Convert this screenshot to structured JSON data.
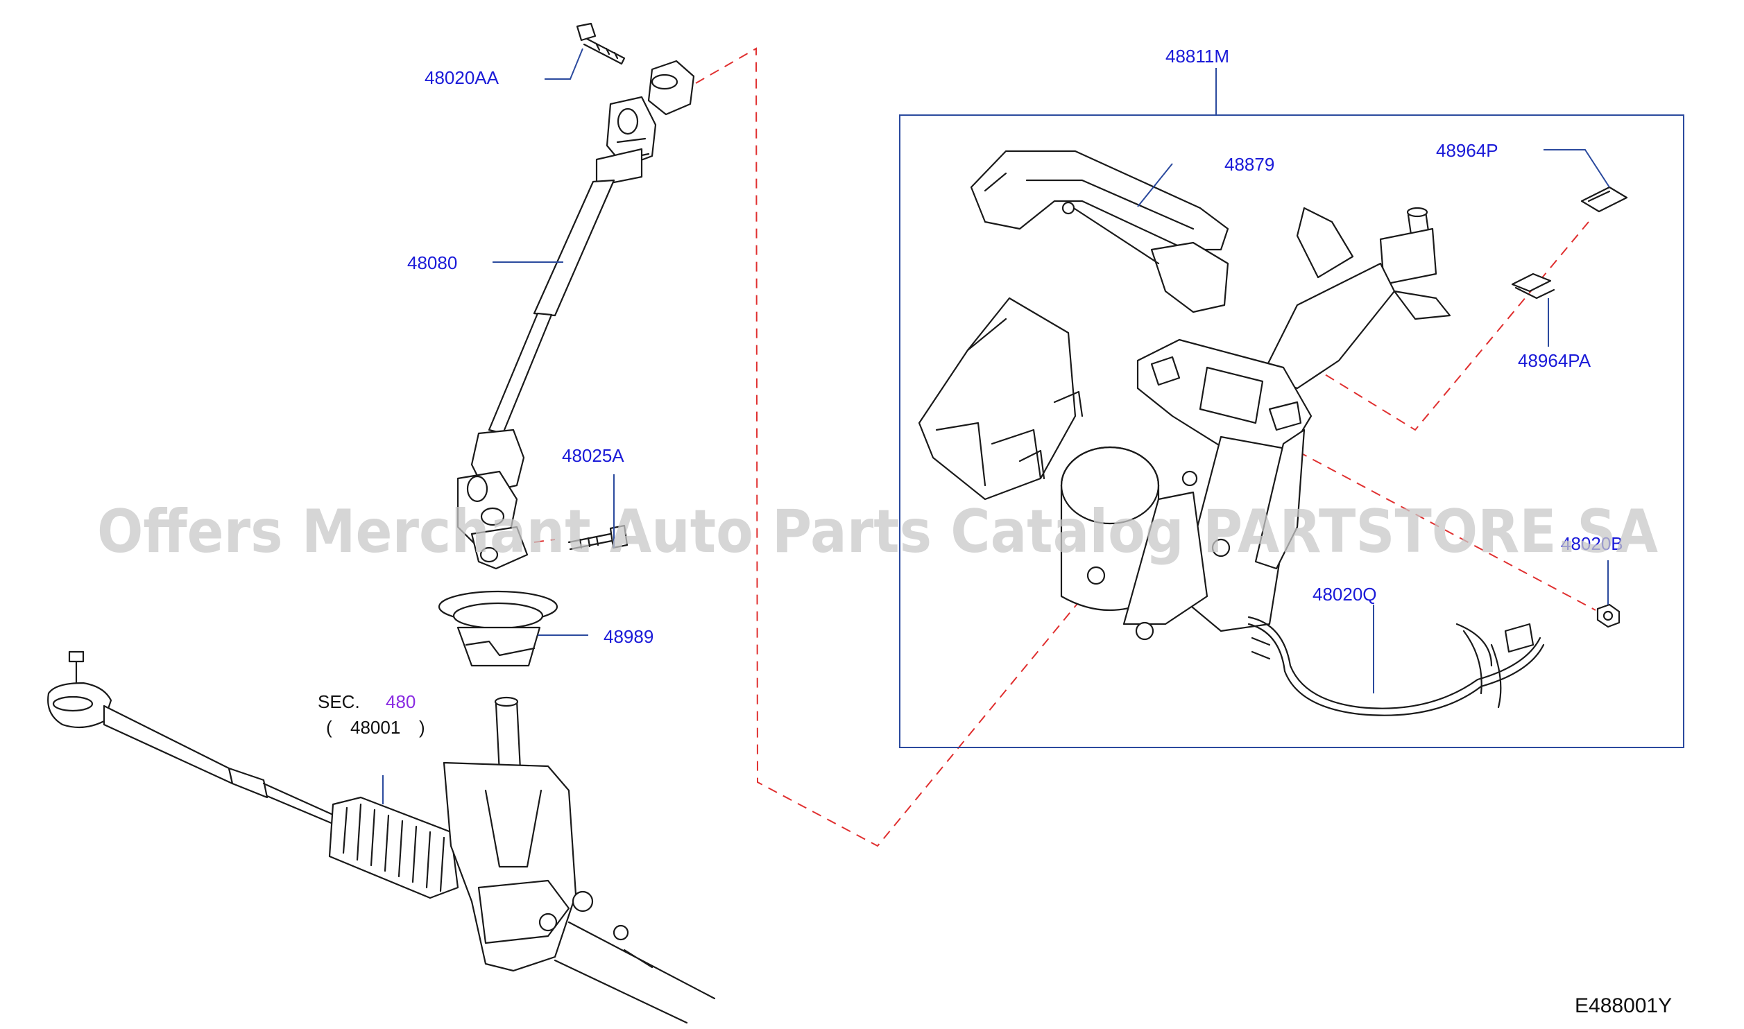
{
  "labels": {
    "bolt_top": "48020AA",
    "intermediate_shaft": "48080",
    "joint_bolt": "48025A",
    "hole_cover": "48989",
    "sec_prefix": "SEC.",
    "sec_number": "480",
    "sec_paren_open": "(",
    "sec_ref": "48001",
    "sec_paren_close": ")",
    "column_assembly": "48811M",
    "bracket": "48879",
    "clip_upper": "48964P",
    "clip_lower": "48964PA",
    "nut": "48020B",
    "harness": "48020Q"
  },
  "figure_code": "E488001Y",
  "watermark": "Offers Merchant Auto Parts Catalog PARTSTORE.SA",
  "colors": {
    "label": "#1b1bd8",
    "section_ref": "#8a2be2",
    "leader": "#2b4a9e",
    "phantom_line": "#e03030",
    "part_outline": "#1a1a1a",
    "watermark": "#c8c8c8"
  }
}
